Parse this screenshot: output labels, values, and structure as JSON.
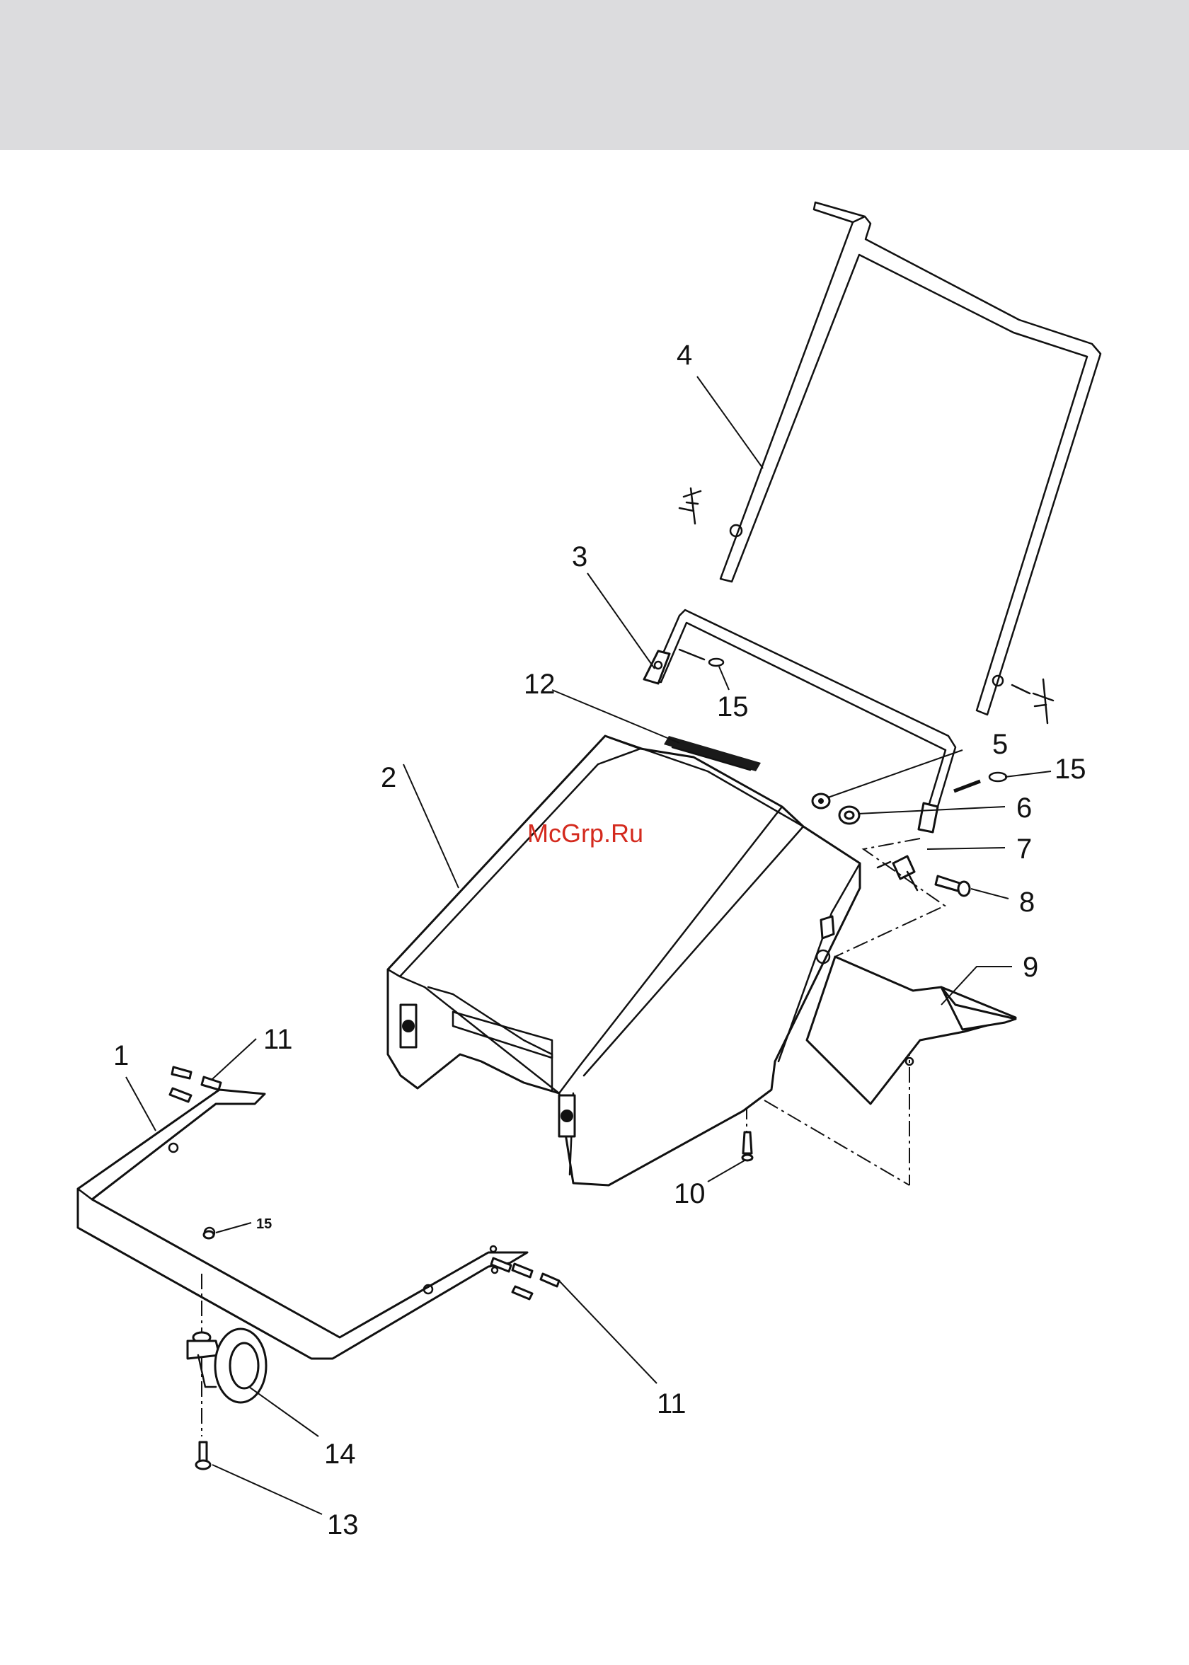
{
  "watermark": "McGrp.Ru",
  "callouts": {
    "c1": "1",
    "c2": "2",
    "c3": "3",
    "c4": "4",
    "c5": "5",
    "c6": "6",
    "c7": "7",
    "c8": "8",
    "c9": "9",
    "c10": "10",
    "c11a": "11",
    "c11b": "11",
    "c12": "12",
    "c13": "13",
    "c14": "14",
    "c15a": "15",
    "c15b": "15",
    "c15c": "15"
  }
}
